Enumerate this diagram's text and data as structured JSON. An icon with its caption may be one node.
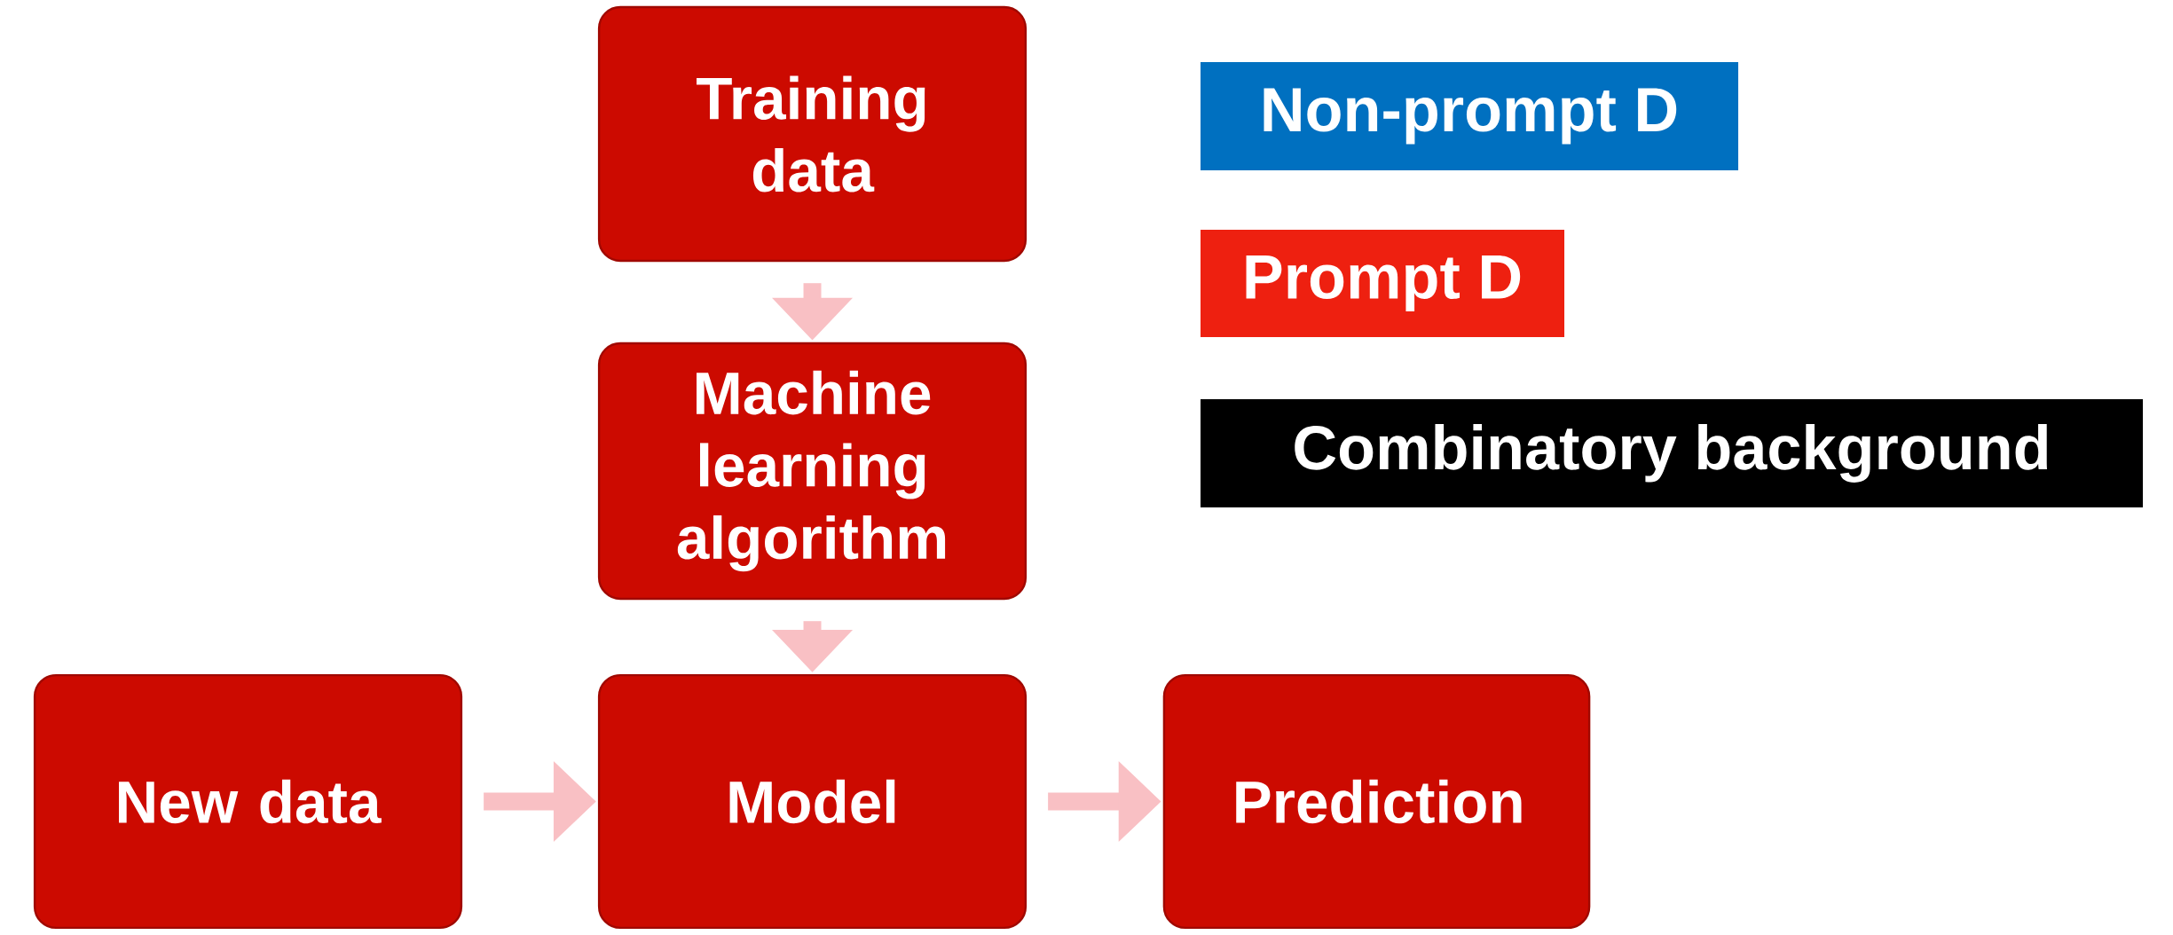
{
  "diagram": {
    "nodes": [
      {
        "text": [
          "Training data"
        ]
      },
      {
        "text": [
          "Machine learning algorithm"
        ]
      },
      {
        "text": [
          "Model"
        ]
      },
      {
        "text": [
          "New data"
        ]
      },
      {
        "text": [
          "Prediction"
        ]
      },
      {
        "text": [
          "Non-prompt D"
        ]
      },
      {
        "text": [
          "Prompt D"
        ]
      },
      {
        "text": [
          "Combinatory background"
        ]
      }
    ],
    "edges": [
      {
        "from": 0,
        "to": 1,
        "arrow": "to"
      },
      {
        "from": 1,
        "to": 2,
        "arrow": "to"
      },
      {
        "from": 3,
        "to": 2,
        "arrow": "to"
      },
      {
        "from": 2,
        "to": 4,
        "arrow": "to"
      }
    ]
  }
}
